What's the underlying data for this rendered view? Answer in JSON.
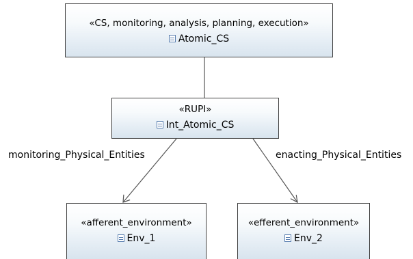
{
  "diagram": {
    "nodes": {
      "atomic_cs": {
        "stereotype": "«CS, monitoring, analysis, planning, execution»",
        "name": "Atomic_CS",
        "icon": "class-icon"
      },
      "int_atomic_cs": {
        "stereotype": "«RUPI»",
        "name": "Int_Atomic_CS",
        "icon": "class-icon"
      },
      "env_1": {
        "stereotype": "«afferent_environment»",
        "name": "Env_1",
        "icon": "class-icon"
      },
      "env_2": {
        "stereotype": "«efferent_environment»",
        "name": "Env_2",
        "icon": "class-icon"
      }
    },
    "edges": {
      "monitoring": {
        "label": "monitoring_Physical_Entities"
      },
      "enacting": {
        "label": "enacting_Physical_Entities"
      }
    }
  },
  "colors": {
    "node_border": "#3f3f3f",
    "node_fill_top": "#ffffff",
    "node_fill_bottom": "#d8e4ee",
    "class_icon": "#5a7fb0",
    "edge": "#555555"
  }
}
